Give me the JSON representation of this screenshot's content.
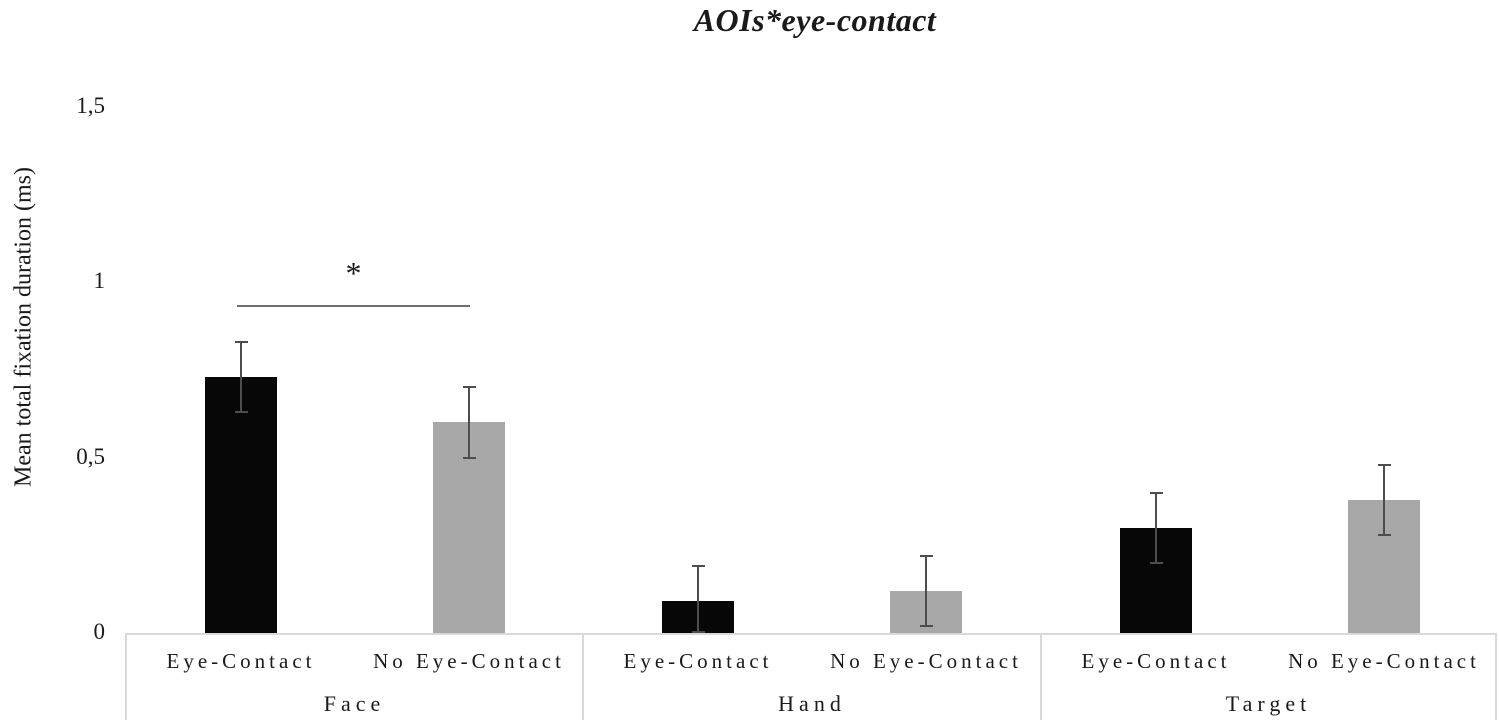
{
  "chart_data": {
    "type": "bar",
    "title": "AOIs*eye-contact",
    "ylabel": "Mean total fixation duration (ms)",
    "xlabel": "",
    "ylim": [
      0,
      1.5
    ],
    "grid": false,
    "legend": "none",
    "yticks": [
      {
        "value": 0,
        "label": "0"
      },
      {
        "value": 0.5,
        "label": "0,5"
      },
      {
        "value": 1,
        "label": "1"
      },
      {
        "value": 1.5,
        "label": "1,5"
      }
    ],
    "categories": [
      "Face",
      "Hand",
      "Target"
    ],
    "series": [
      {
        "name": "Eye-Contact",
        "color": "#070707",
        "values": [
          0.73,
          0.09,
          0.3
        ],
        "errors": [
          0.1,
          0.1,
          0.1
        ]
      },
      {
        "name": "No Eye-Contact",
        "color": "#a8a8a8",
        "values": [
          0.6,
          0.12,
          0.38
        ],
        "errors": [
          0.1,
          0.1,
          0.1
        ]
      }
    ],
    "groups": [
      {
        "label": "Face",
        "bars": [
          {
            "series": "Eye-Contact",
            "value": 0.73,
            "error": 0.1
          },
          {
            "series": "No Eye-Contact",
            "value": 0.6,
            "error": 0.1
          }
        ]
      },
      {
        "label": "Hand",
        "bars": [
          {
            "series": "Eye-Contact",
            "value": 0.09,
            "error": 0.1
          },
          {
            "series": "No Eye-Contact",
            "value": 0.12,
            "error": 0.1
          }
        ]
      },
      {
        "label": "Target",
        "bars": [
          {
            "series": "Eye-Contact",
            "value": 0.3,
            "error": 0.1
          },
          {
            "series": "No Eye-Contact",
            "value": 0.38,
            "error": 0.1
          }
        ]
      }
    ],
    "significance": {
      "label": "*",
      "group": "Face",
      "between": [
        "Eye-Contact",
        "No Eye-Contact"
      ]
    },
    "colors": {
      "bar_eye_contact": "#070707",
      "bar_no_eye_contact": "#a8a8a8",
      "error_bar": "#4d4d4d",
      "sig_line": "#6e6e6e",
      "axis_border": "#d9d9d9",
      "text": "#1a1a1a",
      "background": "#ffffff"
    }
  }
}
